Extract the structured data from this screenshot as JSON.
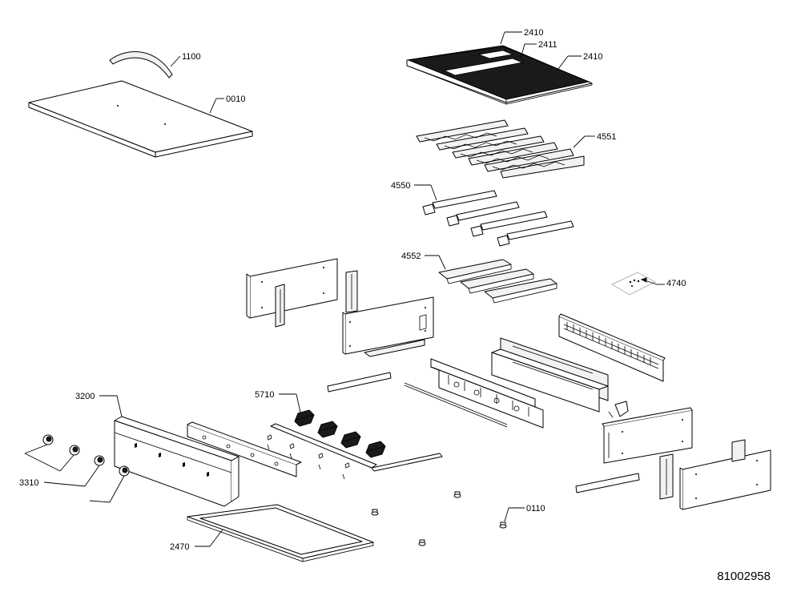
{
  "callouts": {
    "c1100": "1100",
    "c0010": "0010",
    "c2410a": "2410",
    "c2411": "2411",
    "c2410b": "2410",
    "c4551": "4551",
    "c4550": "4550",
    "c4552": "4552",
    "c4740": "4740",
    "c3200": "3200",
    "c5710": "5710",
    "c3310": "3310",
    "c0110": "0110",
    "c2470": "2470"
  },
  "drawing_number": "81002958"
}
